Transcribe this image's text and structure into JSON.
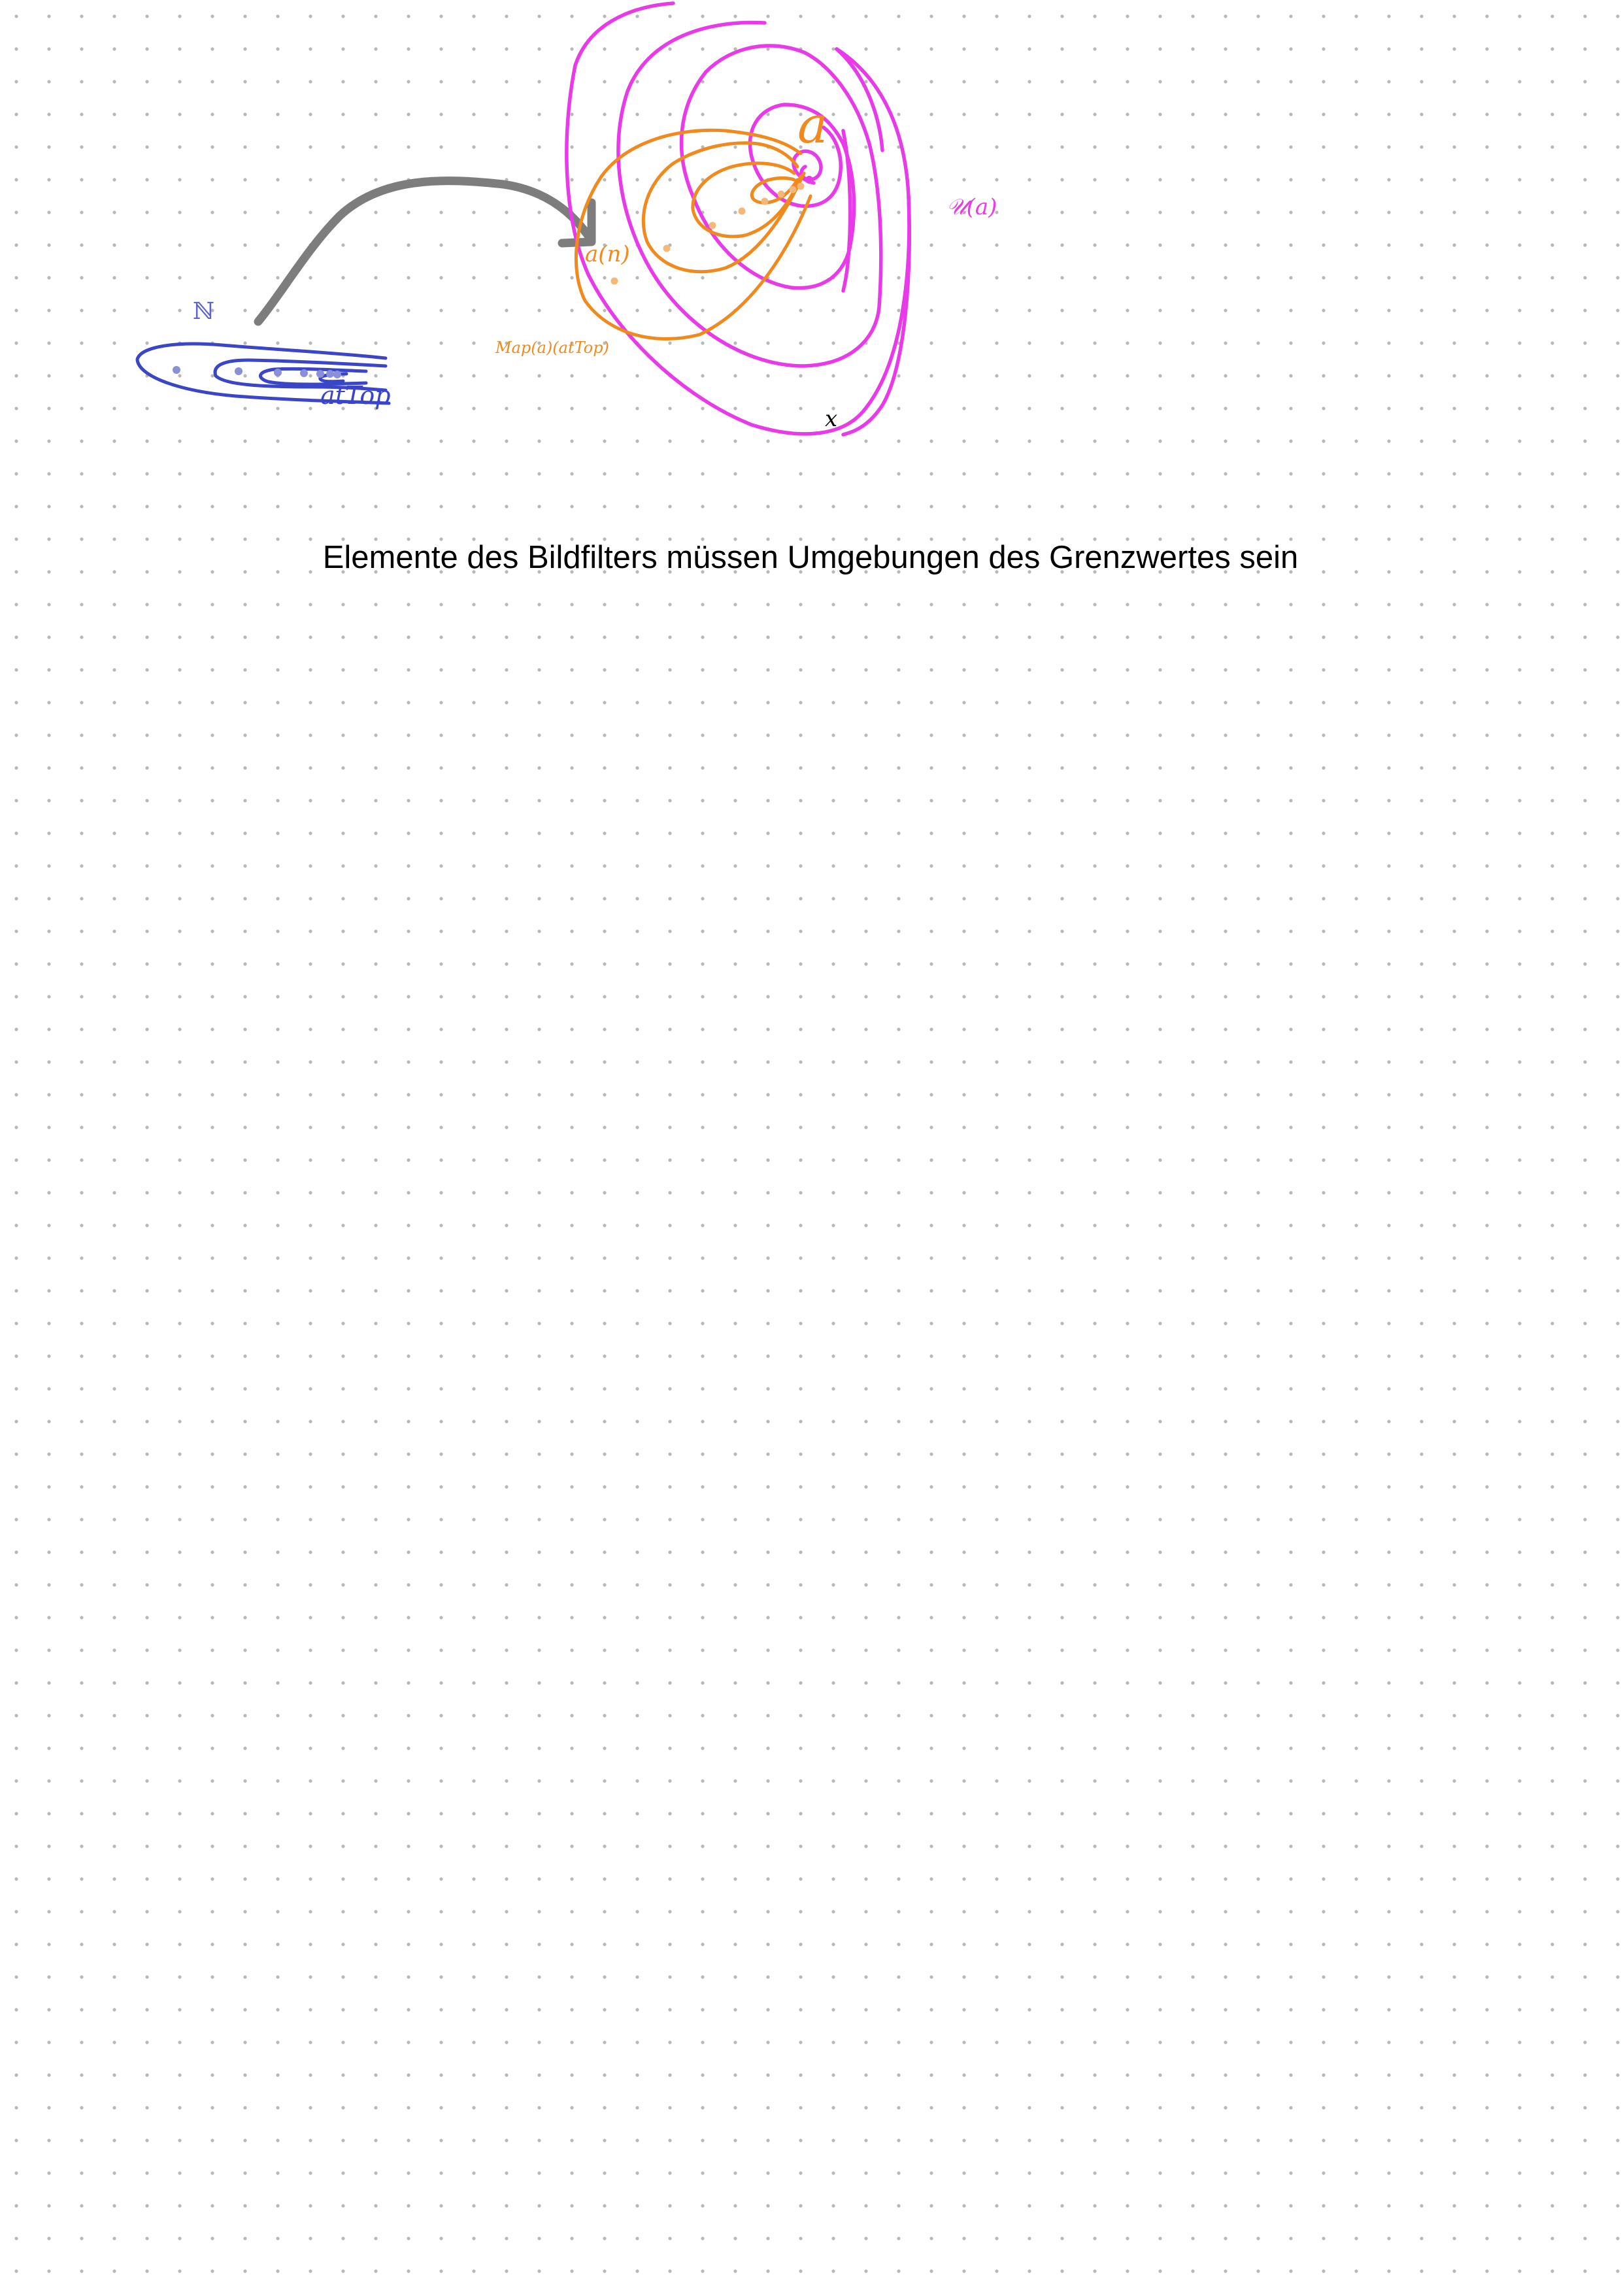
{
  "colors": {
    "background": "#ffffff",
    "grid_dot": "#b8b8b8",
    "naturals": "#3a45c8",
    "naturals_dot": "#8a90d8",
    "mapped_filter": "#f08a1e",
    "mapped_dot": "#f5b77a",
    "neighborhood": "#e83ae8",
    "arrow": "#7d7d7d",
    "text": "#000000"
  },
  "labels": {
    "naturals": "ℕ",
    "at_top": "atTop",
    "a_n": "a(n)",
    "map_filter": "Map(a)(atTop)",
    "limit": "a",
    "neighborhood": "𝒰(a)",
    "x": "x"
  },
  "caption": "Elemente des Bildfilters müssen Umgebungen des Grenzwertes sein"
}
